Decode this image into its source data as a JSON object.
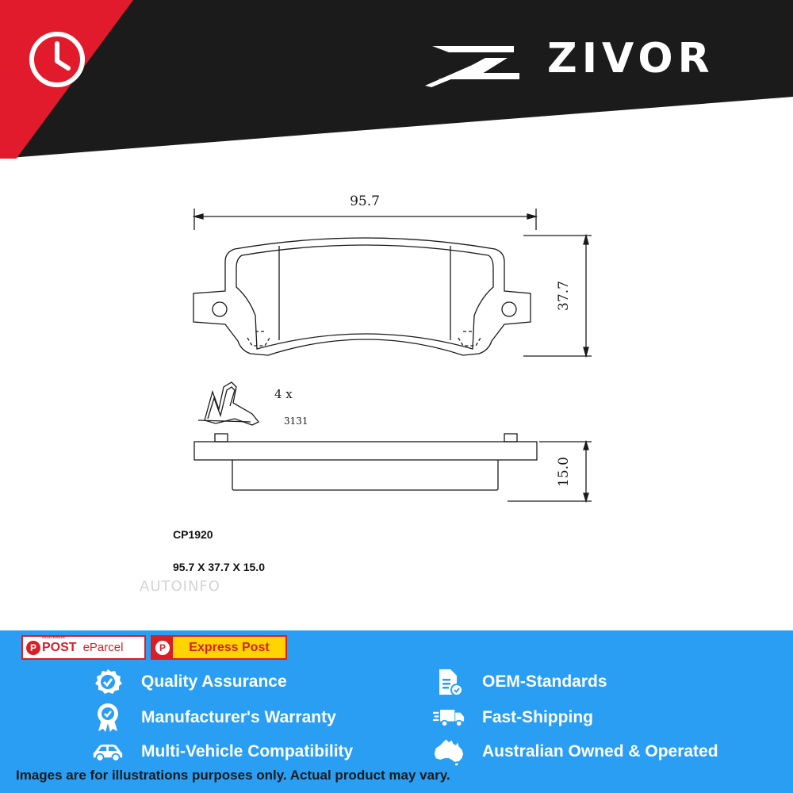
{
  "brand": {
    "name": "ZIVOR"
  },
  "header": {
    "clock_icon": "clock-icon",
    "colors": {
      "dark": "#1b1b1b",
      "red": "#e21b2c"
    }
  },
  "drawing": {
    "width_label": "95.7",
    "height_label": "37.7",
    "thickness_label": "15.0",
    "clip_qty": "4 x",
    "clip_code": "3131"
  },
  "product": {
    "code": "CP1920",
    "dimensions": "95.7 X 37.7 X 15.0",
    "watermark": "AUTOINFO"
  },
  "shipping": {
    "post_brand": "POST",
    "post_small": "AUSTRALIA",
    "p_letter": "P",
    "eparcel": "eParcel",
    "express": "Express Post"
  },
  "features": [
    {
      "label": "Quality Assurance",
      "icon": "badge-check-icon"
    },
    {
      "label": "OEM-Standards",
      "icon": "document-check-icon"
    },
    {
      "label": "Manufacturer's Warranty",
      "icon": "award-ribbon-icon"
    },
    {
      "label": "Fast-Shipping",
      "icon": "delivery-truck-icon"
    },
    {
      "label": "Multi-Vehicle Compatibility",
      "icon": "car-icon"
    },
    {
      "label": "Australian Owned & Operated",
      "icon": "australia-map-icon"
    }
  ],
  "footer": {
    "disclaimer": "Images are for illustrations purposes only. Actual product may vary.",
    "background": "#2a9ef2"
  }
}
